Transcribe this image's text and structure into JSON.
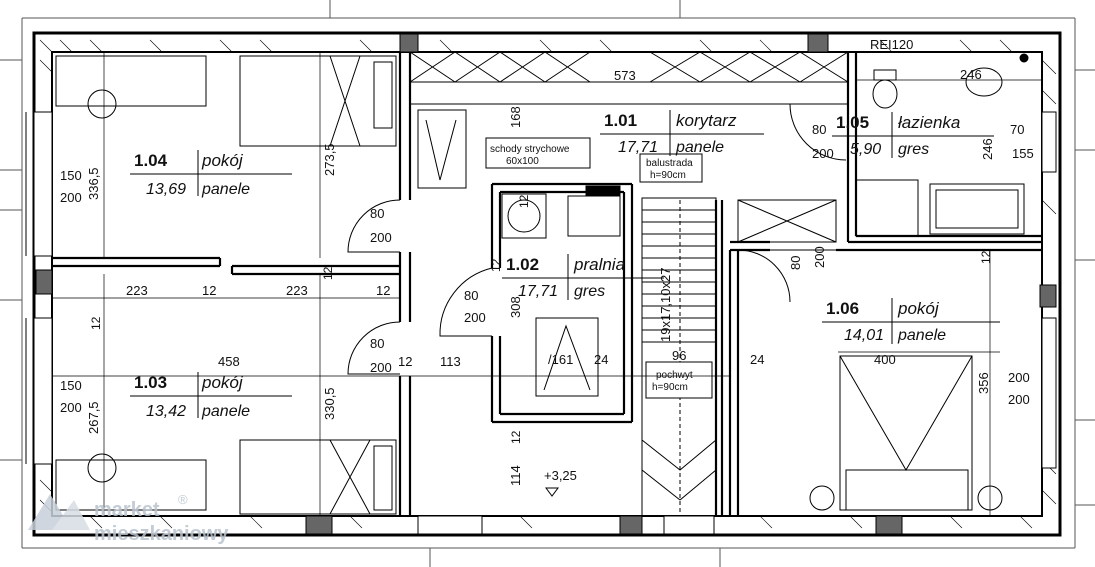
{
  "plan": {
    "fire_rating": "REI120",
    "rooms": [
      {
        "id": "r104",
        "number": "1.04",
        "name": "pokój",
        "area": "13,69",
        "finish": "panele"
      },
      {
        "id": "r103",
        "number": "1.03",
        "name": "pokój",
        "area": "13,42",
        "finish": "panele"
      },
      {
        "id": "r101",
        "number": "1.01",
        "name": "korytarz",
        "area": "17,71",
        "finish": "panele"
      },
      {
        "id": "r102",
        "number": "1.02",
        "name": "pralnia",
        "area": "17,71",
        "finish": "gres"
      },
      {
        "id": "r105",
        "number": "1.05",
        "name": "łazienka",
        "area": "5,90",
        "finish": "gres"
      },
      {
        "id": "r106",
        "number": "1.06",
        "name": "pokój",
        "area": "14,01",
        "finish": "panele"
      }
    ],
    "notes": {
      "attic_stairs_1": "schody strychowe",
      "attic_stairs_2": "60x100",
      "balustrade_1": "balustrada",
      "balustrade_2": "h=90cm",
      "handrail_1": "pochwyt",
      "handrail_2": "h=90cm",
      "stairs_spec": "19x17,10x27",
      "level": "+3,25"
    },
    "dims": {
      "d573": "573",
      "d246": "246",
      "d168": "168",
      "d2735": "273,5",
      "d3365": "336,5",
      "d150a": "150",
      "d200a": "200",
      "d80a": "80",
      "d200b": "200",
      "d12a": "12",
      "d223a": "223",
      "d12b": "12",
      "d223b": "223",
      "d12c": "12",
      "d12d": "12",
      "d458": "458",
      "d3305": "330,5",
      "d2675": "267,5",
      "d150b": "150",
      "d200c": "200",
      "d80b": "80",
      "d200d": "200",
      "d12e": "12",
      "d113": "113",
      "d80c": "80",
      "d200e": "200",
      "d308": "308",
      "d161": "/161",
      "d24a": "24",
      "d96": "96",
      "d24b": "24",
      "d12f": "12",
      "d12g": "12",
      "d114": "114",
      "d80d": "80",
      "d200f": "200",
      "d70": "70",
      "d246b": "246",
      "d155": "155",
      "d80e": "80",
      "d200g": "200",
      "d12h": "12",
      "d400": "400",
      "d356": "356",
      "d200h": "200",
      "d200i": "200",
      "d12i": "12"
    },
    "watermark": {
      "brand_1": "market",
      "brand_2": "mieszkaniowy",
      "mark": "®"
    }
  }
}
